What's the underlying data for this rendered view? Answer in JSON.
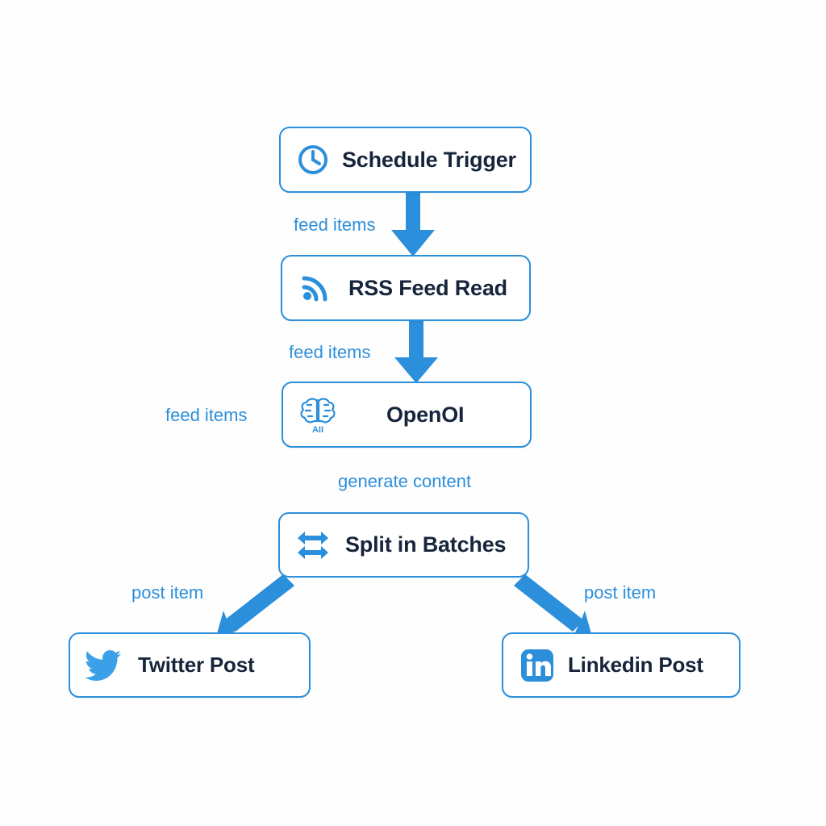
{
  "diagram": {
    "type": "workflow-flowchart",
    "background_color": "#fffefe",
    "accent_color": "#2b8fdb",
    "node_text_color": "#17253c",
    "nodes": [
      {
        "id": "schedule",
        "label": "Schedule Trigger",
        "icon": "clock-icon"
      },
      {
        "id": "rss",
        "label": "RSS Feed Read",
        "icon": "rss-icon"
      },
      {
        "id": "openai",
        "label": "OpenOI",
        "icon": "brain-ai-icon",
        "icon_text": "AII"
      },
      {
        "id": "split",
        "label": "Split in Batches",
        "icon": "split-arrows-icon"
      },
      {
        "id": "twitter",
        "label": "Twitter Post",
        "icon": "twitter-bird-icon"
      },
      {
        "id": "linkedin",
        "label": "Linkedin Post",
        "icon": "linkedin-icon"
      }
    ],
    "edges": [
      {
        "id": "feed-1",
        "from": "schedule",
        "to": "rss",
        "label": "feed items"
      },
      {
        "id": "feed-2",
        "from": "rss",
        "to": "openai",
        "label": "feed items"
      },
      {
        "id": "feed-3",
        "from": "",
        "to": "openai",
        "label": "feed items"
      },
      {
        "id": "generate",
        "from": "openai",
        "to": "split",
        "label": "generate content"
      },
      {
        "id": "post-left",
        "from": "split",
        "to": "twitter",
        "label": "post item"
      },
      {
        "id": "post-right",
        "from": "split",
        "to": "linkedin",
        "label": "post item"
      }
    ]
  }
}
